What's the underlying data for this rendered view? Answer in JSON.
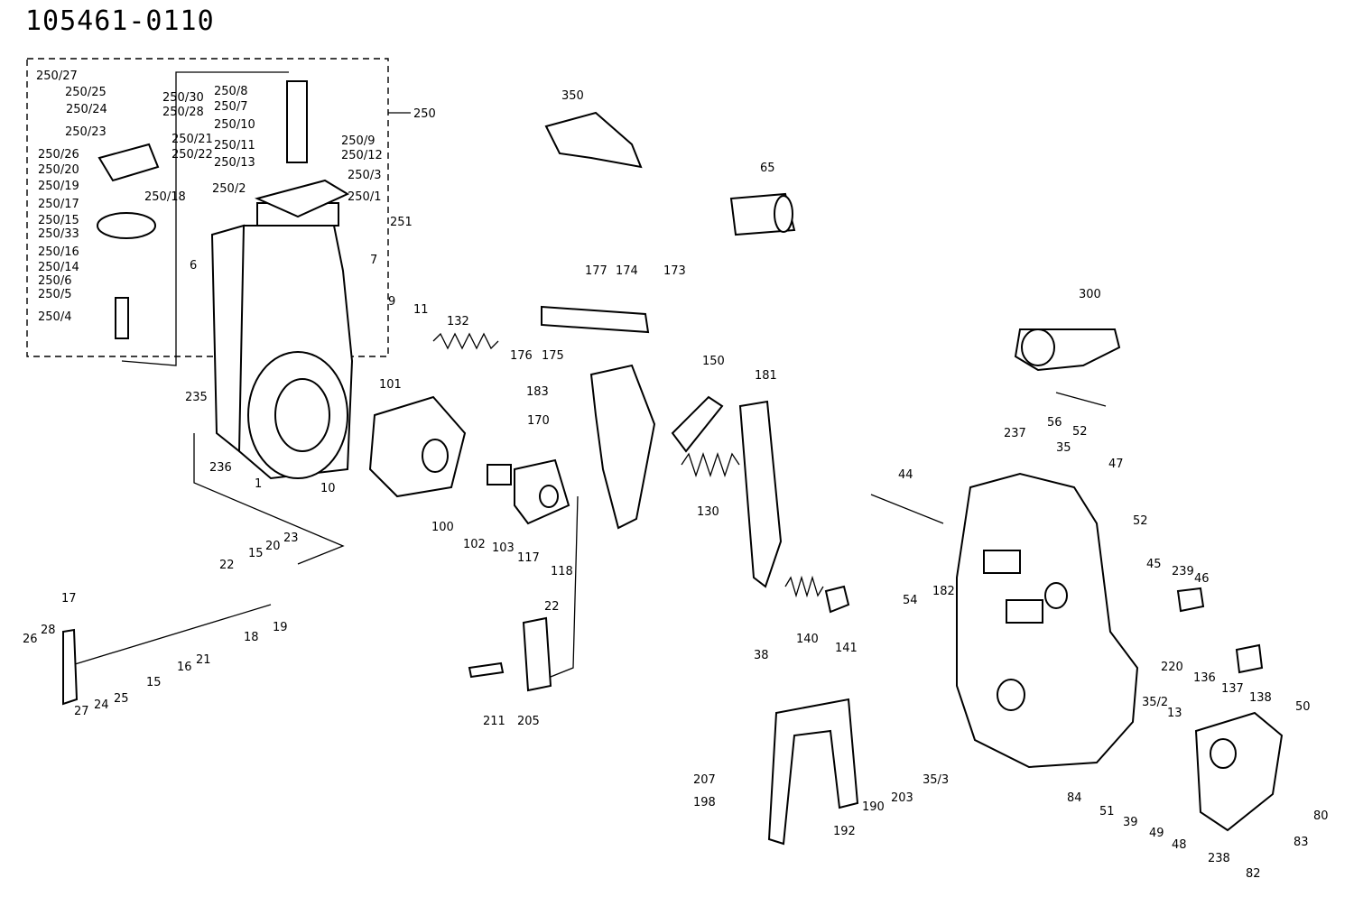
{
  "drawing_number": "105461-0110",
  "callouts": [
    "250/27",
    "250/25",
    "250/30",
    "250/24",
    "250/28",
    "250/23",
    "250/21",
    "250/26",
    "250/22",
    "250/20",
    "250/19",
    "250/18",
    "250/17",
    "250/15",
    "250/33",
    "250/16",
    "250/14",
    "250/6",
    "250/5",
    "250/4",
    "250/8",
    "250/7",
    "250/10",
    "250/9",
    "250/11",
    "250/12",
    "250/13",
    "250/3",
    "250/2",
    "250/1",
    "250",
    "251",
    "6",
    "7",
    "9",
    "11",
    "132",
    "350",
    "65",
    "177",
    "174",
    "173",
    "176",
    "175",
    "300",
    "235",
    "236",
    "1",
    "10",
    "101",
    "100",
    "102",
    "103",
    "117",
    "118",
    "183",
    "170",
    "150",
    "181",
    "130",
    "56",
    "52",
    "237",
    "35",
    "47",
    "44",
    "54",
    "182",
    "52",
    "45",
    "239",
    "46",
    "140",
    "141",
    "38",
    "220",
    "136",
    "137",
    "138",
    "23",
    "20",
    "15",
    "22",
    "19",
    "18",
    "17",
    "26",
    "28",
    "27",
    "24",
    "25",
    "15",
    "16",
    "21",
    "22",
    "211",
    "205",
    "207",
    "198",
    "192",
    "190",
    "203",
    "35/3",
    "35/2",
    "13",
    "50",
    "84",
    "51",
    "39",
    "49",
    "48",
    "238",
    "80",
    "83",
    "82",
    "82"
  ]
}
